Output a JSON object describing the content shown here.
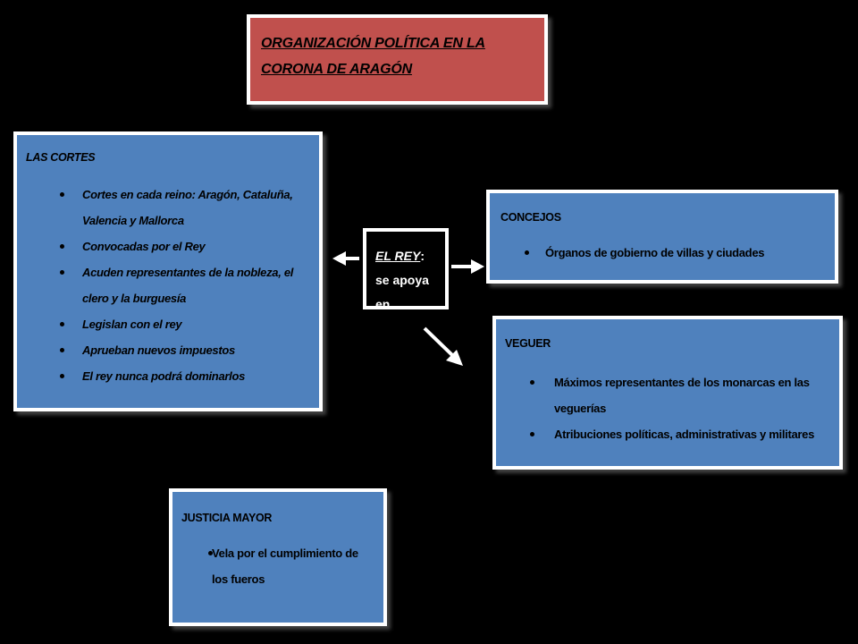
{
  "title": "ORGANIZACIÓN POLÍTICA EN LA CORONA DE ARAGÓN",
  "center": {
    "emphasis": "EL REY",
    "rest": ": se apoya en"
  },
  "cortes": {
    "heading": "LAS CORTES",
    "items": [
      "Cortes en cada reino: Aragón, Cataluña, Valencia y Mallorca",
      "Convocadas por el Rey",
      "Acuden representantes de la nobleza, el clero y la burguesía",
      "Legislan con el rey",
      "Aprueban nuevos impuestos",
      "El rey nunca podrá dominarlos"
    ]
  },
  "concejos": {
    "heading": "CONCEJOS",
    "items": [
      "Órganos de gobierno de villas y ciudades"
    ]
  },
  "veguer": {
    "heading": "VEGUER",
    "items": [
      "Máximos representantes de los monarcas en las veguerías",
      "Atribuciones políticas, administrativas y militares"
    ]
  },
  "justicia": {
    "heading": "JUSTICIA MAYOR",
    "items": [
      "Vela por el cumplimiento de los fueros"
    ]
  },
  "colors": {
    "background": "#000000",
    "title_fill": "#c0504d",
    "box_fill": "#4f81bd",
    "border": "#ffffff",
    "arrow": "#ffffff"
  }
}
